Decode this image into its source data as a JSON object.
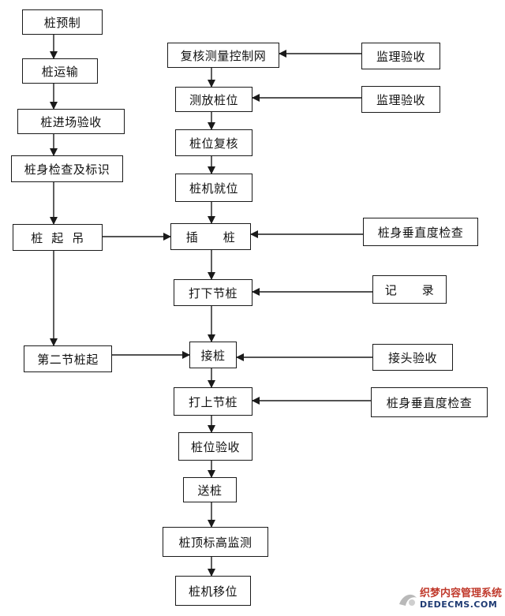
{
  "colors": {
    "line": "#1a1a1a",
    "box_border": "#1a1a1a",
    "watermark_red": "#c0392b",
    "watermark_blue": "#1f3b73"
  },
  "nodes": {
    "pile_prefab": "桩预制",
    "pile_transport": "桩运输",
    "pile_site_accept": "桩进场验收",
    "pile_body_check_mark": "桩身检查及标识",
    "pile_lift": "桩  起  吊",
    "second_pile_lift": "第二节桩起",
    "recheck_control_net": "复核测量控制网",
    "layout_pile_position": "测放桩位",
    "pile_position_recheck": "桩位复核",
    "rig_in_position": "桩机就位",
    "insert_pile": "插      桩",
    "drive_lower_pile": "打下节桩",
    "splice_pile": "接桩",
    "drive_upper_pile": "打上节桩",
    "pile_position_accept": "桩位验收",
    "follow_pile": "送桩",
    "pile_top_elevation": "桩顶标高监测",
    "rig_relocate": "桩机移位",
    "supervision_accept_1": "监理验收",
    "supervision_accept_2": "监理验收",
    "verticality_check_1": "桩身垂直度检查",
    "record": "记      录",
    "joint_accept": "接头验收",
    "verticality_check_2": "桩身垂直度检查"
  },
  "watermark": {
    "cn": "织梦内容管理系统",
    "en": "DEDECMS.COM"
  }
}
